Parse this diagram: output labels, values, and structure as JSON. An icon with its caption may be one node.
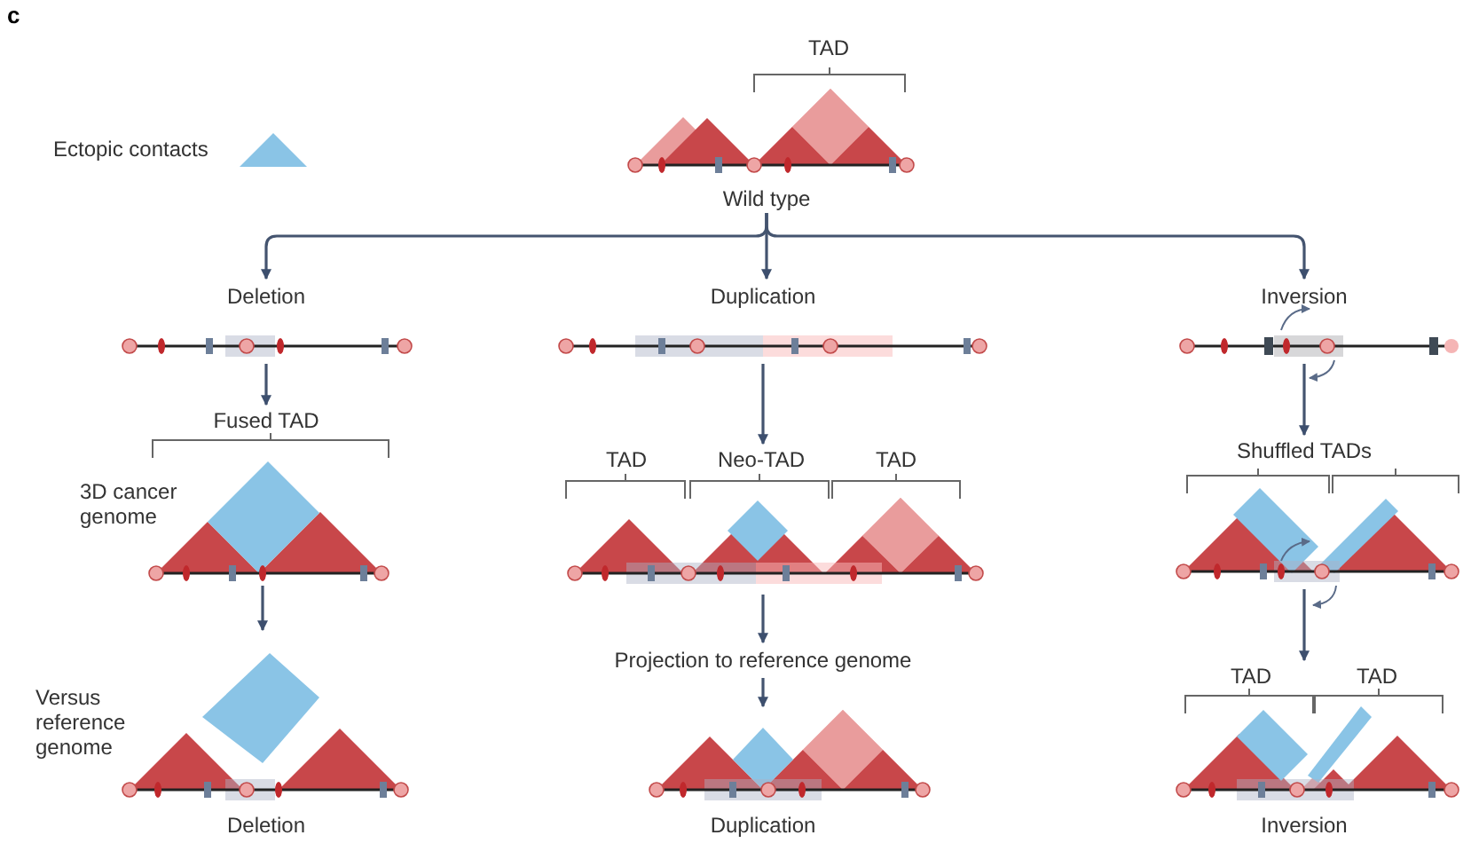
{
  "diagram": {
    "nodes": [
      {
        "text": [
          "TAD",
          "Wild type"
        ]
      },
      {
        "text": [
          "Deletion"
        ]
      },
      {
        "text": [
          "Duplication"
        ]
      },
      {
        "text": [
          "Inversion"
        ]
      },
      {
        "text": [
          "Fused TAD"
        ],
        "beside": [
          "3D cancer genome"
        ]
      },
      {
        "text": [
          "Deletion"
        ],
        "beside": [
          "Versus reference genome"
        ]
      },
      {
        "text": [
          "TAD",
          "Neo-TAD",
          "TAD"
        ]
      },
      {
        "text": [
          "Projection to reference genome"
        ]
      },
      {
        "text": [
          "Duplication"
        ]
      },
      {
        "text": [
          "Shuffled TADs"
        ]
      },
      {
        "text": [
          "TAD",
          "TAD",
          "Inversion"
        ]
      }
    ],
    "edges": [
      {
        "from": 0,
        "to": 1,
        "arrow": "to"
      },
      {
        "from": 0,
        "to": 2,
        "arrow": "to"
      },
      {
        "from": 0,
        "to": 3,
        "arrow": "to"
      },
      {
        "from": 1,
        "to": 4,
        "arrow": "to"
      },
      {
        "from": 4,
        "to": 5,
        "arrow": "to"
      },
      {
        "from": 2,
        "to": 6,
        "arrow": "to"
      },
      {
        "from": 6,
        "to": 7,
        "arrow": "to"
      },
      {
        "from": 7,
        "to": 8,
        "arrow": "to"
      },
      {
        "from": 3,
        "to": 9,
        "arrow": "to"
      },
      {
        "from": 9,
        "to": 10,
        "arrow": "to"
      }
    ],
    "labels": [
      "c"
    ],
    "legend": [
      {
        "text": "Ectopic contacts",
        "color": "#8ac4e6"
      }
    ]
  }
}
